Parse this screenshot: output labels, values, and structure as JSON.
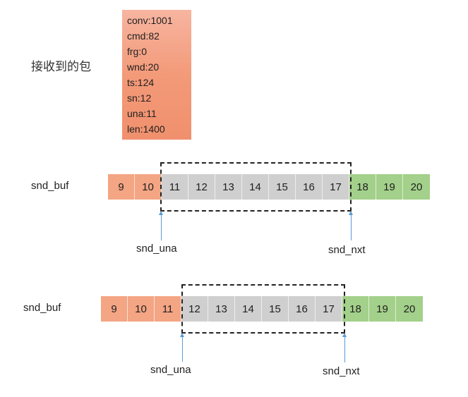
{
  "received_label": "接收到的包",
  "packet": {
    "fields": [
      "conv:1001",
      "cmd:82",
      "frg:0",
      "wnd:20",
      "ts:124",
      "sn:12",
      "una:11",
      "len:1400"
    ]
  },
  "row1": {
    "label": "snd_buf",
    "cells": [
      "9",
      "10",
      "11",
      "12",
      "13",
      "14",
      "15",
      "16",
      "17",
      "18",
      "19",
      "20"
    ],
    "una_label": "snd_una",
    "nxt_label": "snd_nxt"
  },
  "row2": {
    "label": "snd_buf",
    "cells": [
      "9",
      "10",
      "11",
      "12",
      "13",
      "14",
      "15",
      "16",
      "17",
      "18",
      "19",
      "20"
    ],
    "una_label": "snd_una",
    "nxt_label": "snd_nxt"
  },
  "colors": {
    "acked": "#f4a584",
    "in_flight": "#cfcfcf",
    "unsent": "#a3d08a",
    "packet_box": "#f39a79",
    "pointer_arrow": "#5b9bd5"
  }
}
